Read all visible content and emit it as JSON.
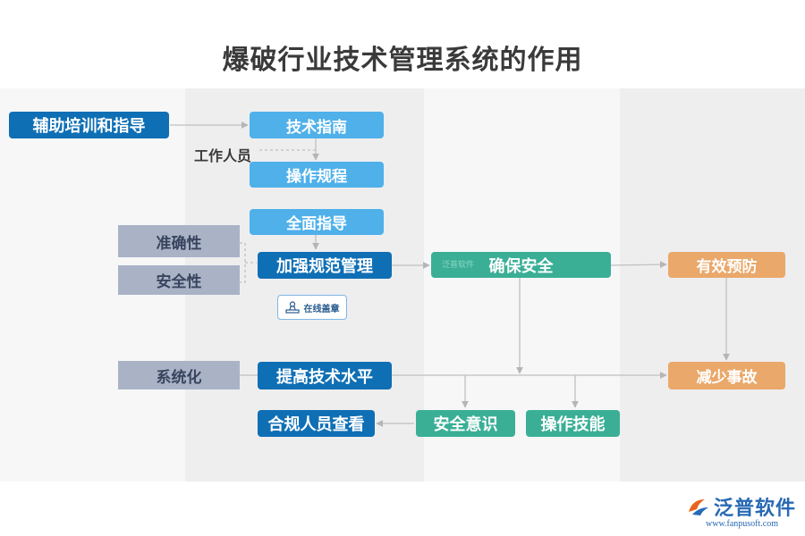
{
  "title": "爆破行业技术管理系统的作用",
  "nodes": {
    "assist_training": "辅助培训和指导",
    "tech_guide": "技术指南",
    "workers": "工作人员",
    "operation_rules": "操作规程",
    "full_guidance": "全面指导",
    "accuracy": "准确性",
    "safety": "安全性",
    "strengthen_mgmt": "加强规范管理",
    "ensure_safety": "确保安全",
    "effective_prevention": "有效预防",
    "systematize": "系统化",
    "improve_tech": "提高技术水平",
    "reduce_accidents": "减少事故",
    "compliance_check": "合规人员查看",
    "safety_awareness": "安全意识",
    "operation_skills": "操作技能"
  },
  "stamp_label": "在线盖章",
  "watermark": "泛普软件",
  "logo": {
    "name": "泛普软件",
    "url": "www.fanpusoft.com"
  },
  "colors": {
    "light_blue": "#4fb0ea",
    "dark_blue": "#0f6fb5",
    "green": "#3aaf96",
    "orange": "#eaa86a",
    "gray": "#aab3c6"
  }
}
